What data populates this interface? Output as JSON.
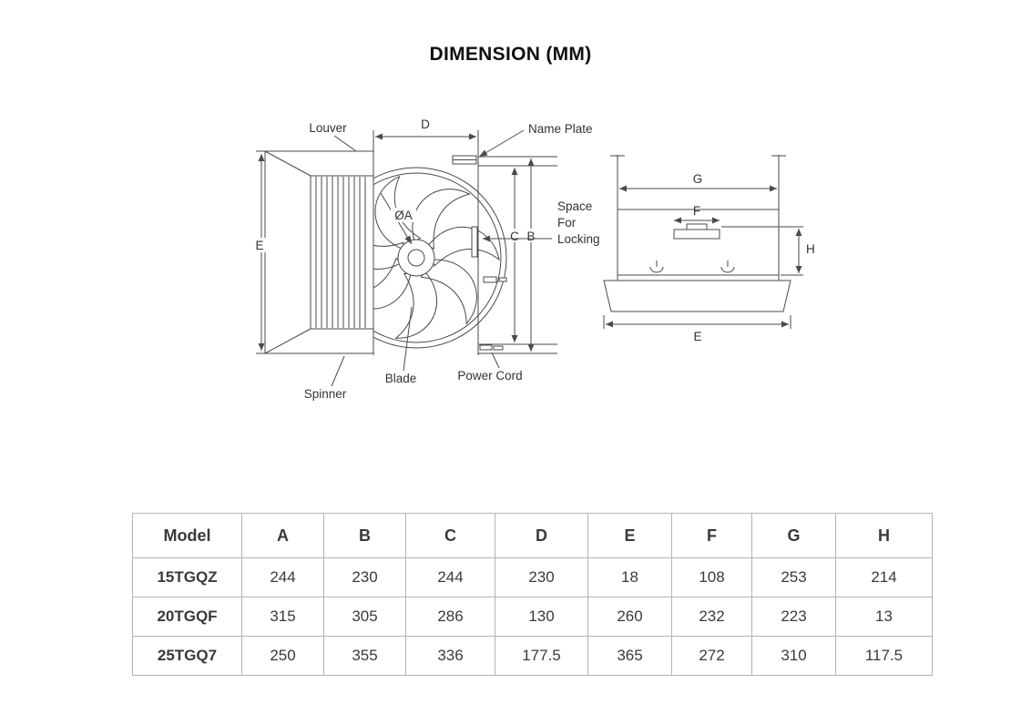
{
  "title": "DIMENSION (MM)",
  "diagram_left": {
    "louver": "Louver",
    "name_plate": "Name Plate",
    "diameter_a": "ØA",
    "space_for_locking": [
      "Space",
      "For",
      "Locking"
    ],
    "spinner": "Spinner",
    "blade": "Blade",
    "power_cord": "Power Cord",
    "dims": {
      "d": "D",
      "c": "C",
      "b": "B",
      "e": "E"
    }
  },
  "diagram_right": {
    "dims": {
      "g": "G",
      "f": "F",
      "h": "H",
      "e": "E"
    }
  },
  "colors": {
    "line": "#4a4a4a",
    "text": "#3a3a3a",
    "table_border": "#b4b4b4"
  },
  "table": {
    "headers": [
      "Model",
      "A",
      "B",
      "C",
      "D",
      "E",
      "F",
      "G",
      "H"
    ],
    "rows": [
      {
        "model": "15TGQZ",
        "values": [
          "244",
          "230",
          "244",
          "230",
          "18",
          "108",
          "253",
          "214"
        ]
      },
      {
        "model": "20TGQF",
        "values": [
          "315",
          "305",
          "286",
          "130",
          "260",
          "232",
          "223",
          "13"
        ]
      },
      {
        "model": "25TGQ7",
        "values": [
          "250",
          "355",
          "336",
          "177.5",
          "365",
          "272",
          "310",
          "117.5"
        ]
      }
    ]
  }
}
